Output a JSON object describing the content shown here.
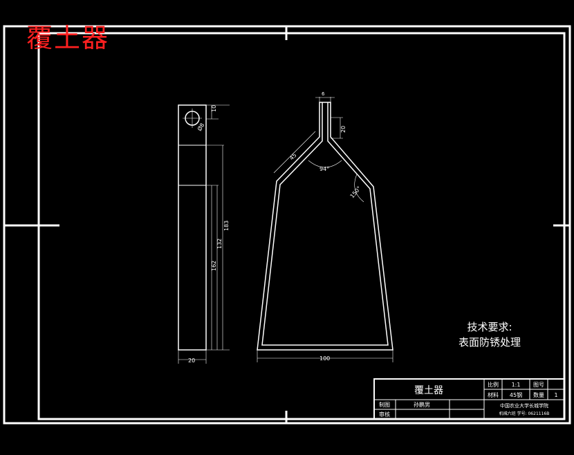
{
  "drawing": {
    "watermark_title": "覆土器",
    "technical_requirements": {
      "heading": "技术要求:",
      "line1": "表面防锈处理"
    },
    "side_view": {
      "dims": {
        "top": "10",
        "hole_dia": "Ø8",
        "width": "20",
        "total": "183",
        "seg1": "162",
        "seg2": "132"
      }
    },
    "front_view": {
      "dims": {
        "stem_width": "6",
        "stem_height": "20",
        "arm": "45",
        "angle_top": "94°",
        "angle_side": "150°",
        "bottom": "100"
      }
    },
    "title_block": {
      "part_name": "覆土器",
      "scale_label": "比例",
      "scale_value": "1:1",
      "drawing_no_label": "图号",
      "drawing_no_value": "",
      "material_label": "材料",
      "material_value": "45钢",
      "qty_label": "数量",
      "qty_value": "1",
      "drawn_label": "制图",
      "drawn_value": "孙鹏男",
      "checked_label": "审核",
      "checked_value": "",
      "school": "中国农业大学长城学院",
      "class_info": "机械六班  学号: 0621116B"
    }
  }
}
